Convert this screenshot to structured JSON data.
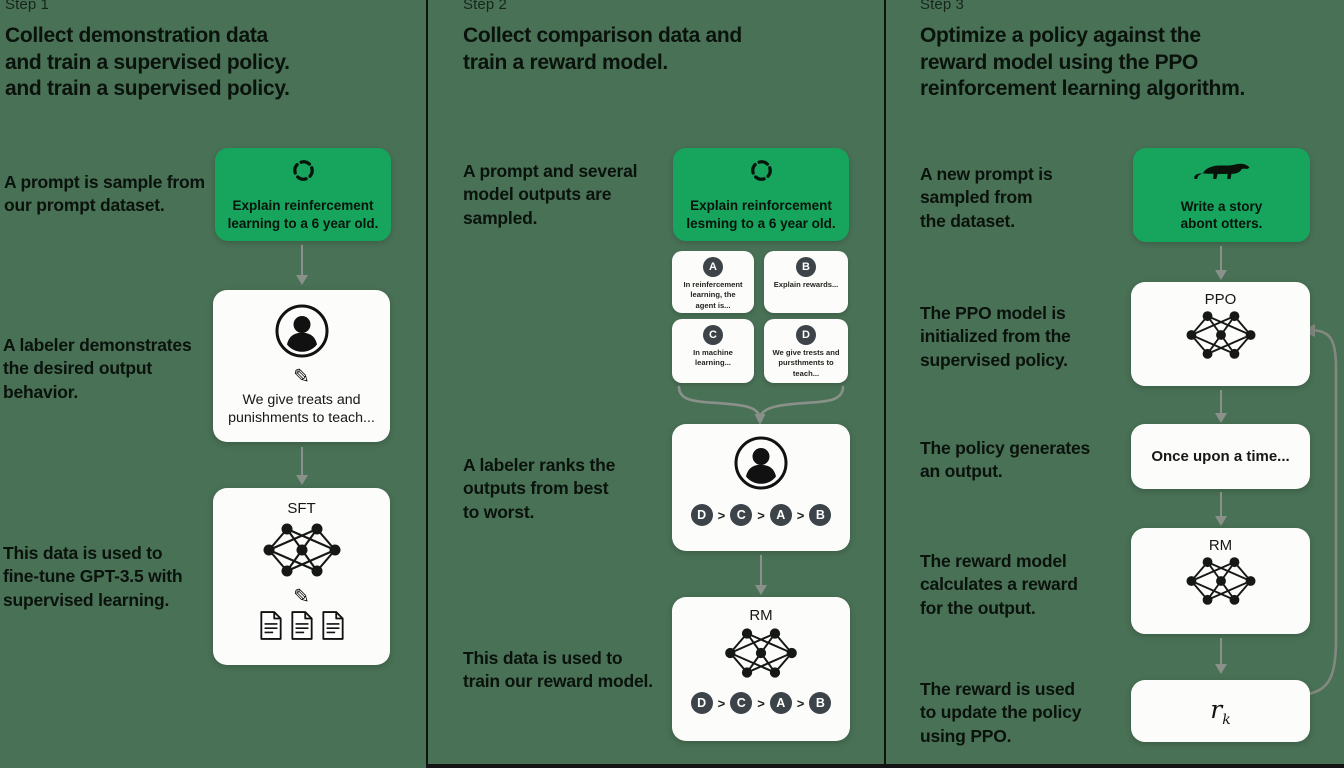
{
  "theme": {
    "background": "#497156",
    "prompt_box_green": "#17a45c",
    "card_white": "#fcfcfa",
    "ink": "#0a120c",
    "arrow_gray": "#8a918a",
    "badge_dark": "#3c4349",
    "divider_dark": "#10140f"
  },
  "labels": {
    "rank_separator": ">",
    "pencil_glyph": "✎"
  },
  "columns": {
    "step1": {
      "step_label": "Step 1",
      "heading": "Collect demonstration data\nand train a supervised policy.\nand train a supervised policy.",
      "caption_prompt": "A prompt is sample from\nour prompt dataset.",
      "caption_labeler": "A labeler demonstrates\nthe desired output\nbehavior.",
      "caption_data": "This data is used to\nfine-tune GPT-3.5 with\nsupervised learning.",
      "prompt_box_text": "Explain reinfercement\nlearning to a 6 year old.",
      "labeler_box_text": "We give treats and\npunishments to teach...",
      "model_box_label": "SFT"
    },
    "step2": {
      "step_label": "Step 2",
      "heading": "Collect comparison data and\ntrain a reward model.",
      "caption_prompt": "A prompt and several\nmodel outputs are\nsampled.",
      "caption_rank": "A labeler ranks the\noutputs from best\nto worst.",
      "caption_data": "This data is used to\ntrain our reward model.",
      "prompt_box_text": "Explain reinforcement\nlesming to a 6 year old.",
      "outputs": [
        {
          "letter": "A",
          "text": "In reinfercement\nlearning, the\nagent is..."
        },
        {
          "letter": "B",
          "text": "Explain rewards..."
        },
        {
          "letter": "C",
          "text": "In machine\nlearning..."
        },
        {
          "letter": "D",
          "text": "We give trests and\npursthments to\nteach..."
        }
      ],
      "ranking": [
        "D",
        "C",
        "A",
        "B"
      ],
      "model_box_label": "RM"
    },
    "step3": {
      "step_label": "Step 3",
      "heading": "Optimize a policy against the\nreward model using the PPO\nreinforcement learning algorithm.",
      "caption_prompt": "A new prompt is\nsampled from\nthe dataset.",
      "caption_init": "The PPO model is\ninitialized from the\nsupervised policy.",
      "caption_output": "The policy generates\nan output.",
      "caption_reward": "The reward model\ncalculates a reward\nfor the output.",
      "caption_update": "The reward is used\nto update the policy\nusing PPO.",
      "prompt_box_text": "Write a story\nabont otters.",
      "ppo_box_label": "PPO",
      "output_box_text": "Once upon a time...",
      "rm_box_label": "RM",
      "reward_symbol": "r",
      "reward_subscript": "k"
    }
  }
}
